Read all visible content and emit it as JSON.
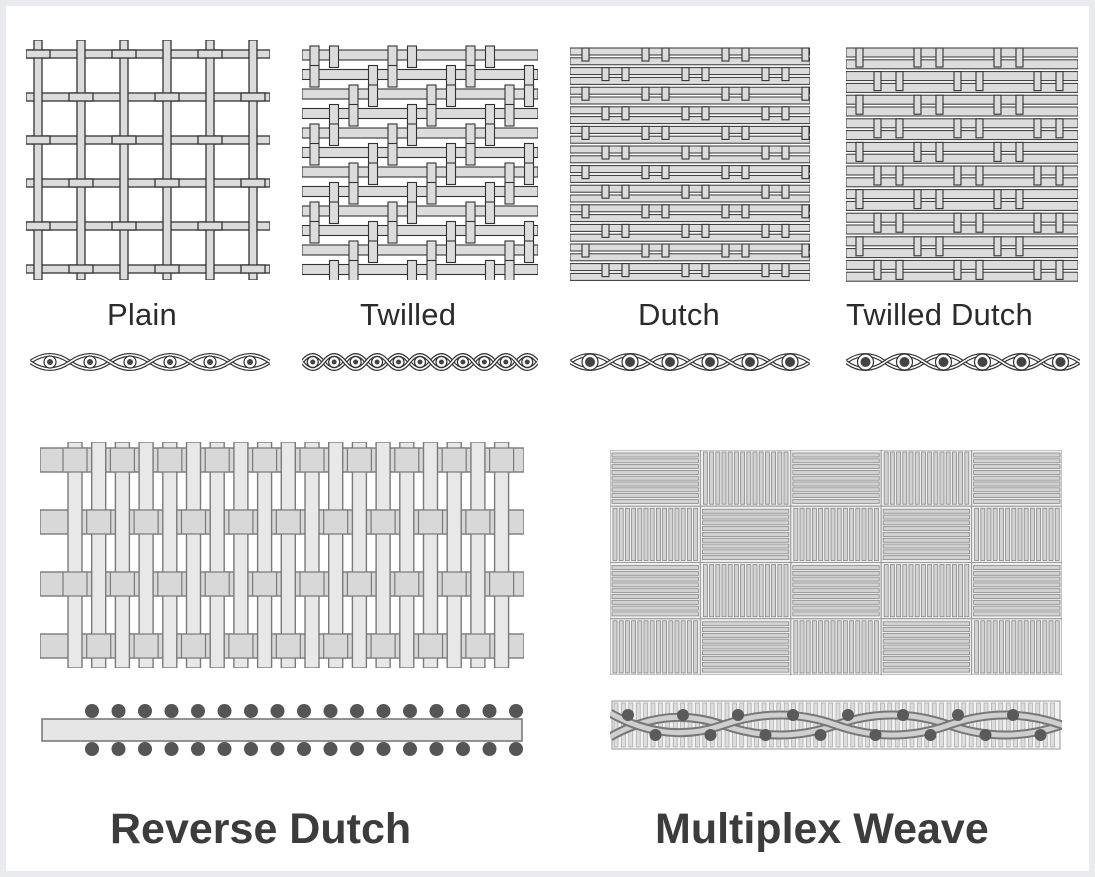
{
  "labels": {
    "plain": "Plain",
    "twilled": "Twilled",
    "dutch": "Dutch",
    "twilled_dutch": "Twilled Dutch",
    "reverse_dutch": "Reverse Dutch",
    "multiplex_weave": "Multiplex Weave"
  },
  "colors": {
    "wire_fill": "#dcdcdc",
    "wire_stroke": "#333333",
    "dot": "#444444",
    "large_wire": "#d8d8d8",
    "large_stroke": "#7a7a7a"
  }
}
